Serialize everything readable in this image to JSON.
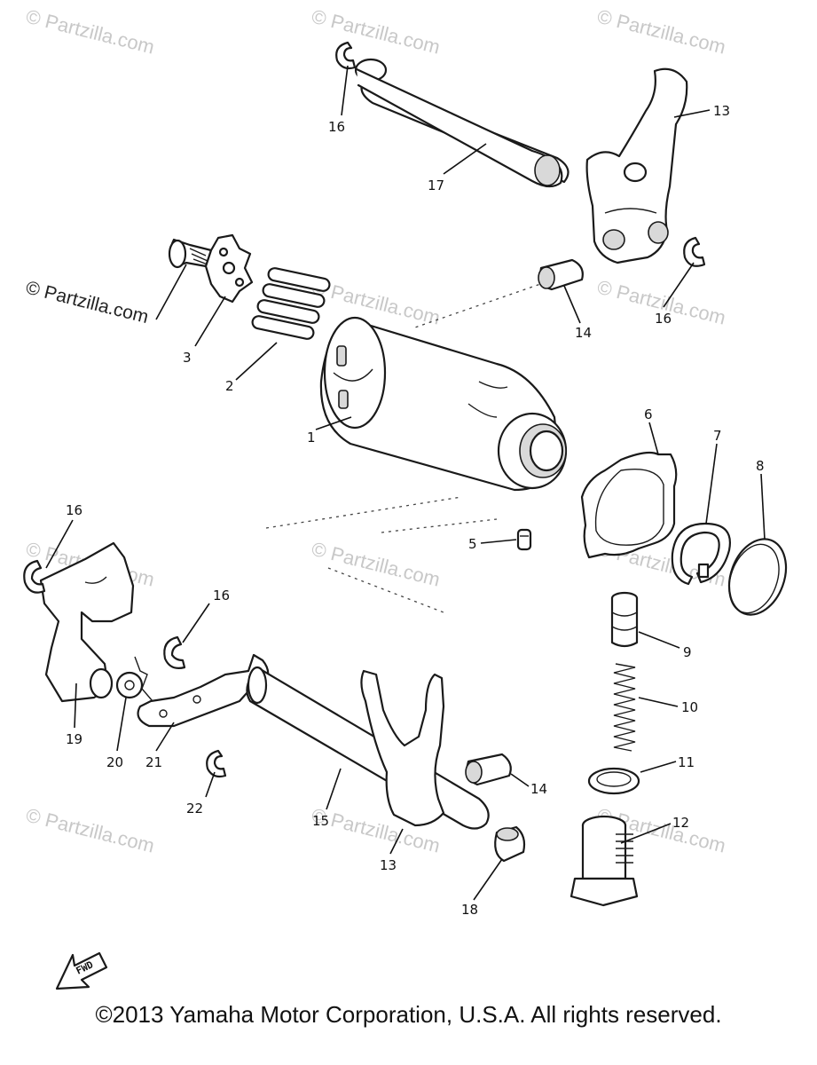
{
  "watermark": {
    "text": "© Partzilla.com"
  },
  "callouts": {
    "c1": "1",
    "c2": "2",
    "c3": "3",
    "c5": "5",
    "c6": "6",
    "c7": "7",
    "c8": "8",
    "c9": "9",
    "c10": "10",
    "c11": "11",
    "c12": "12",
    "c13_top": "13",
    "c13_bottom": "13",
    "c14_top": "14",
    "c14_bottom": "14",
    "c15": "15",
    "c16_tl": "16",
    "c16_tr": "16",
    "c16_ml": "16",
    "c16_mid": "16",
    "c17": "17",
    "c18": "18",
    "c19": "19",
    "c20": "20",
    "c21": "21",
    "c22": "22"
  },
  "fwd_label": "FWD",
  "footer": {
    "copyright": "©2013 Yamaha Motor Corporation, U.S.A. All rights reserved."
  }
}
